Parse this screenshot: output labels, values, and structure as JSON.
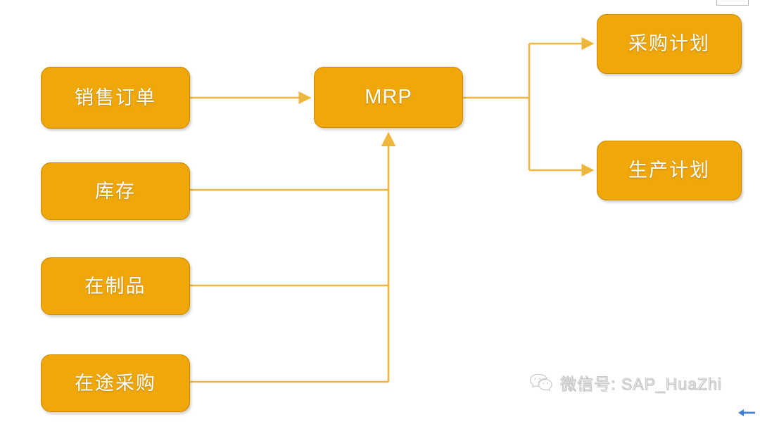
{
  "diagram": {
    "type": "flow",
    "theme": {
      "node_fill": "#efa70a",
      "node_border": "#c98a08",
      "node_text": "#ffffff",
      "connector": "#efb63c",
      "background": "#ffffff",
      "accent_arrow": "#3f7fd4"
    },
    "nodes": [
      {
        "id": "sales",
        "label": "销售订单",
        "role": "input"
      },
      {
        "id": "mrp",
        "label": "MRP",
        "role": "process"
      },
      {
        "id": "stock",
        "label": "库存",
        "role": "input"
      },
      {
        "id": "wip",
        "label": "在制品",
        "role": "input"
      },
      {
        "id": "transit",
        "label": "在途采购",
        "role": "input"
      },
      {
        "id": "purch",
        "label": "采购计划",
        "role": "output"
      },
      {
        "id": "prod",
        "label": "生产计划",
        "role": "output"
      }
    ],
    "edges": [
      {
        "from": "sales",
        "to": "mrp",
        "style": "straight-arrow",
        "direction": "right"
      },
      {
        "from": "stock",
        "to": "mrp",
        "style": "elbow-merge",
        "direction": "up"
      },
      {
        "from": "wip",
        "to": "mrp",
        "style": "elbow-merge",
        "direction": "up"
      },
      {
        "from": "transit",
        "to": "mrp",
        "style": "elbow-merge",
        "direction": "up"
      },
      {
        "from": "mrp",
        "to": "purch",
        "style": "elbow-split",
        "direction": "right"
      },
      {
        "from": "mrp",
        "to": "prod",
        "style": "elbow-split",
        "direction": "right"
      }
    ]
  },
  "watermark": {
    "icon": "wechat-icon",
    "text": "微信号: SAP_HuaZhi"
  },
  "overlay": {
    "back_arrow_icon": "arrow-left-icon",
    "corner_fragment": "cropped-rectangle-fragment"
  }
}
